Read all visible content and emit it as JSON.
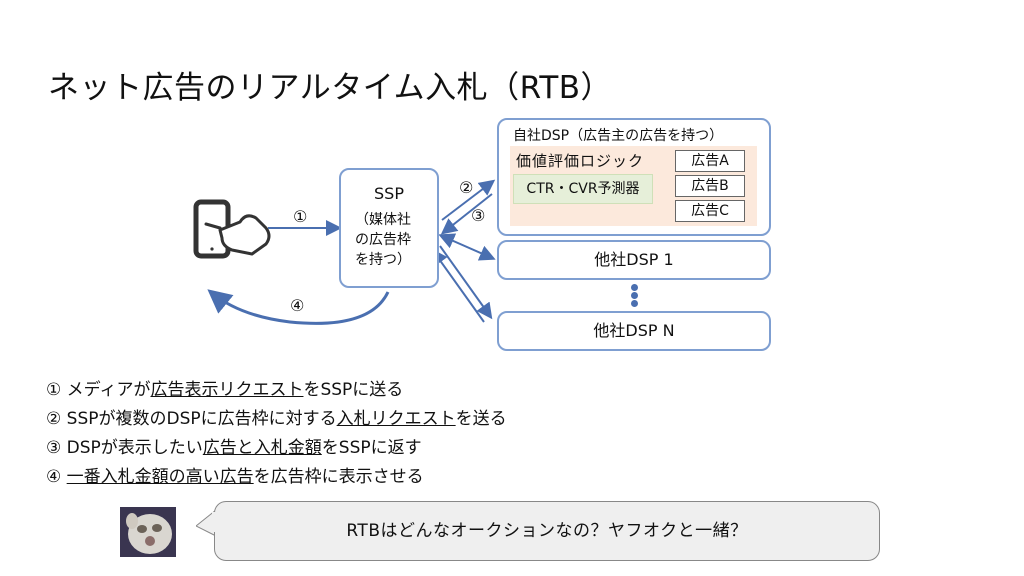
{
  "title": "ネット広告のリアルタイム入札（RTB）",
  "ssp": {
    "title": "SSP",
    "subtitle": "（媒体社\nの広告枠\nを持つ）"
  },
  "dsp_self": {
    "label": "自社DSP（広告主の広告を持つ）",
    "logic_label": "価値評価ロジック",
    "predictor": "CTR・CVR予測器",
    "ads": [
      "広告A",
      "広告B",
      "広告C"
    ]
  },
  "dsp_other_1": "他社DSP 1",
  "dsp_other_n": "他社DSP N",
  "step_markers": [
    "①",
    "②",
    "③",
    "④"
  ],
  "steps": [
    {
      "num": "①",
      "pre": " メディアが",
      "link": "広告表示リクエスト",
      "post": "をSSPに送る"
    },
    {
      "num": "②",
      "pre": " SSPが複数のDSPに広告枠に対する",
      "link": "入札リクエスト",
      "post": "を送る"
    },
    {
      "num": "③",
      "pre": " DSPが表示したい",
      "link": "広告と入札金額",
      "post": "をSSPに返す"
    },
    {
      "num": "④",
      "pre": " ",
      "link": "一番入札金額の高い広告",
      "post": "を広告枠に表示させる"
    }
  ],
  "bubble_text": "RTBはどんなオークションなの？ヤフオクと一緒？",
  "colors": {
    "arrow": "#4a6fb0",
    "box_border": "#7f9fd1",
    "logic_bg": "#fce9dc",
    "predictor_bg": "#e6efd9"
  },
  "icons": {
    "phone": "smartphone-tap-icon",
    "avatar": "cat-avatar"
  }
}
